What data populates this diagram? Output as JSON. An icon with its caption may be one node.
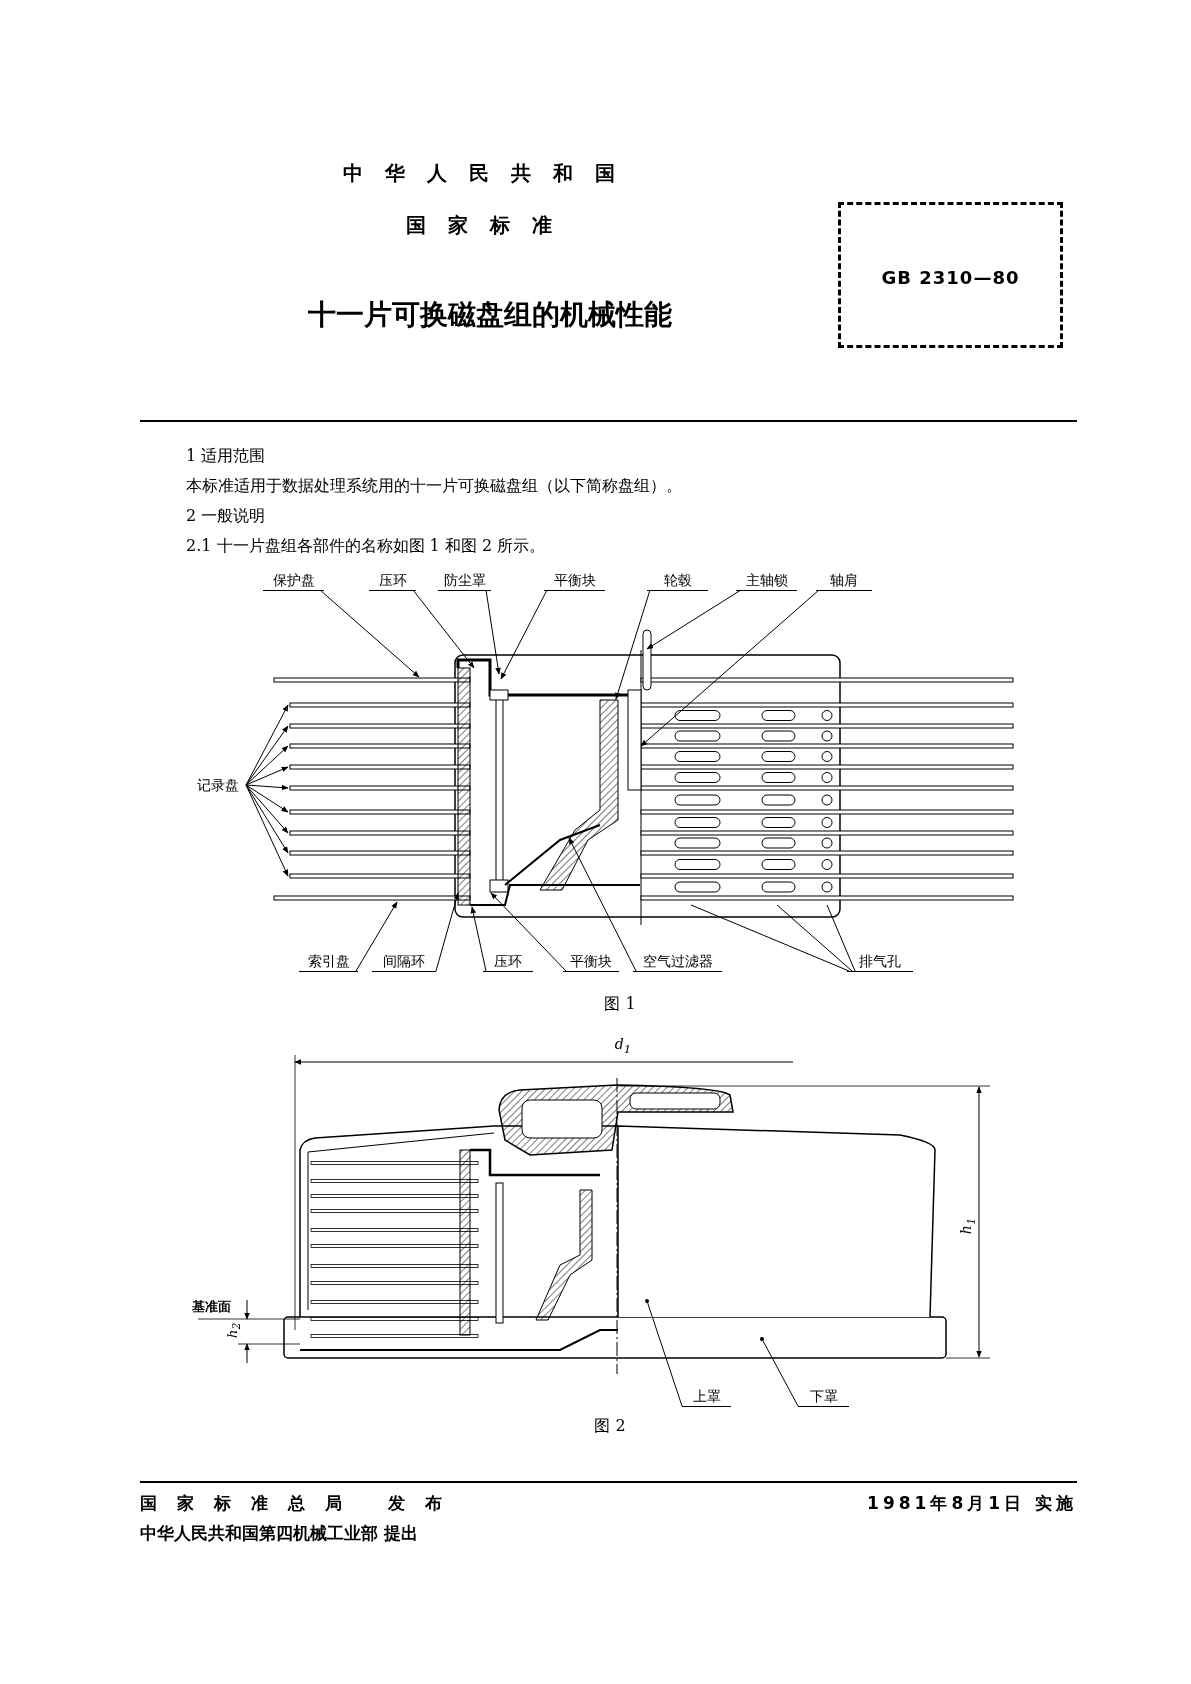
{
  "diagram": {
    "title": "十一片可换磁盘组的机械性能",
    "nodes": [
      {
        "text": [
          "保护盘"
        ]
      },
      {
        "text": [
          "压环"
        ]
      },
      {
        "text": [
          "防尘罩"
        ]
      },
      {
        "text": [
          "平衡块"
        ]
      },
      {
        "text": [
          "轮毂"
        ]
      },
      {
        "text": [
          "主轴锁"
        ]
      },
      {
        "text": [
          "轴肩"
        ]
      },
      {
        "text": [
          "记录盘"
        ]
      },
      {
        "text": [
          "索引盘"
        ]
      },
      {
        "text": [
          "间隔环"
        ]
      },
      {
        "text": [
          "压环"
        ]
      },
      {
        "text": [
          "平衡块"
        ]
      },
      {
        "text": [
          "空气过滤器"
        ]
      },
      {
        "text": [
          "排气孔"
        ]
      },
      {
        "text": [
          "上罩"
        ]
      },
      {
        "text": [
          "下罩"
        ]
      }
    ],
    "edges": [
      {
        "from": 0,
        "to": null,
        "arrow": "to"
      },
      {
        "from": 1,
        "to": null,
        "arrow": "to"
      },
      {
        "from": 2,
        "to": null,
        "arrow": "to"
      },
      {
        "from": 3,
        "to": null,
        "arrow": "to"
      },
      {
        "from": 4,
        "to": null,
        "arrow": "to"
      },
      {
        "from": 5,
        "to": null,
        "arrow": "to"
      },
      {
        "from": 6,
        "to": null,
        "arrow": "to"
      },
      {
        "from": 7,
        "to": null,
        "arrow": "to"
      },
      {
        "from": 7,
        "to": null,
        "arrow": "to"
      },
      {
        "from": 7,
        "to": null,
        "arrow": "to"
      },
      {
        "from": 7,
        "to": null,
        "arrow": "to"
      },
      {
        "from": 7,
        "to": null,
        "arrow": "to"
      },
      {
        "from": 7,
        "to": null,
        "arrow": "to"
      },
      {
        "from": 7,
        "to": null,
        "arrow": "to"
      },
      {
        "from": 7,
        "to": null,
        "arrow": "to"
      },
      {
        "from": 7,
        "to": null,
        "arrow": "to"
      },
      {
        "from": 8,
        "to": null,
        "arrow": "to"
      },
      {
        "from": 9,
        "to": null,
        "arrow": "to"
      },
      {
        "from": 10,
        "to": null,
        "arrow": "to"
      },
      {
        "from": 11,
        "to": null,
        "arrow": "to"
      },
      {
        "from": 12,
        "to": null,
        "arrow": "to"
      },
      {
        "from": 13,
        "to": null,
        "arrow": "none"
      },
      {
        "from": 13,
        "to": null,
        "arrow": "none"
      },
      {
        "from": 13,
        "to": null,
        "arrow": "none"
      },
      {
        "from": 14,
        "to": null,
        "arrow": "other"
      },
      {
        "from": 15,
        "to": null,
        "arrow": "other"
      }
    ],
    "labels": [
      "中华人民共和国",
      "国家标准",
      "GB 2310—80",
      "1 适用范围",
      "本标准适用于数据处理系统用的十一片可换磁盘组（以下简称盘组）。",
      "2 一般说明",
      "2.1 十一片盘组各部件的名称如图 1 和图 2 所示。",
      "图 1",
      "d$_{1}$",
      "h$_{1}$",
      "基准面",
      "h$_{2}$",
      "图 2",
      "国家标准总局 发布",
      "1981年8月1日 实施",
      "中华人民共和国第四机械工业部 提出"
    ]
  }
}
